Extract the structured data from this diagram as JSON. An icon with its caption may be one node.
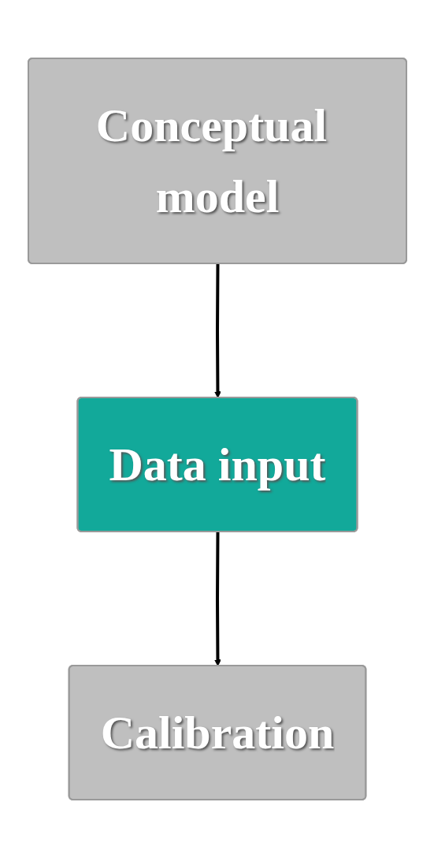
{
  "diagram": {
    "nodes": [
      {
        "text": [
          "Conceptual model"
        ]
      },
      {
        "text": [
          "Data input"
        ]
      },
      {
        "text": [
          "Calibration"
        ]
      }
    ],
    "edges": [
      {
        "from": 0,
        "to": 1,
        "arrow": "to"
      },
      {
        "from": 1,
        "to": 2,
        "arrow": "to"
      }
    ]
  }
}
